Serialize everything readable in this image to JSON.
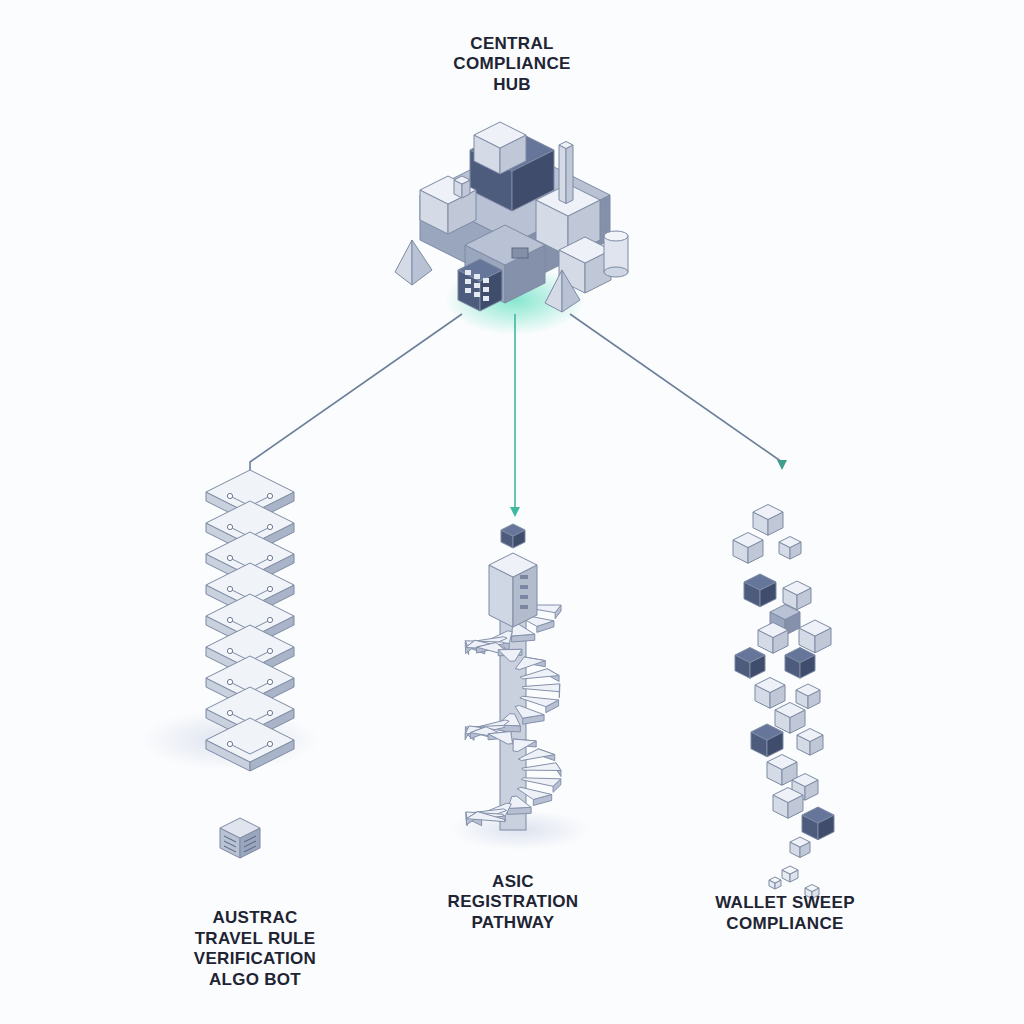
{
  "diagram": {
    "nodes": [
      {
        "text": [
          "CENTRAL COMPLIANCE HUB"
        ]
      },
      {
        "text": [
          "AUSTRAC TRAVEL RULE VERIFICATION ALGO BOT"
        ]
      },
      {
        "text": [
          "ASIC REGISTRATION PATHWAY"
        ]
      },
      {
        "text": [
          "WALLET SWEEP COMPLIANCE"
        ]
      }
    ],
    "edges": [
      {
        "from": 0,
        "to": 1,
        "arrow": "none"
      },
      {
        "from": 0,
        "to": 2,
        "arrow": "to"
      },
      {
        "from": 0,
        "to": 3,
        "arrow": "to"
      }
    ]
  }
}
